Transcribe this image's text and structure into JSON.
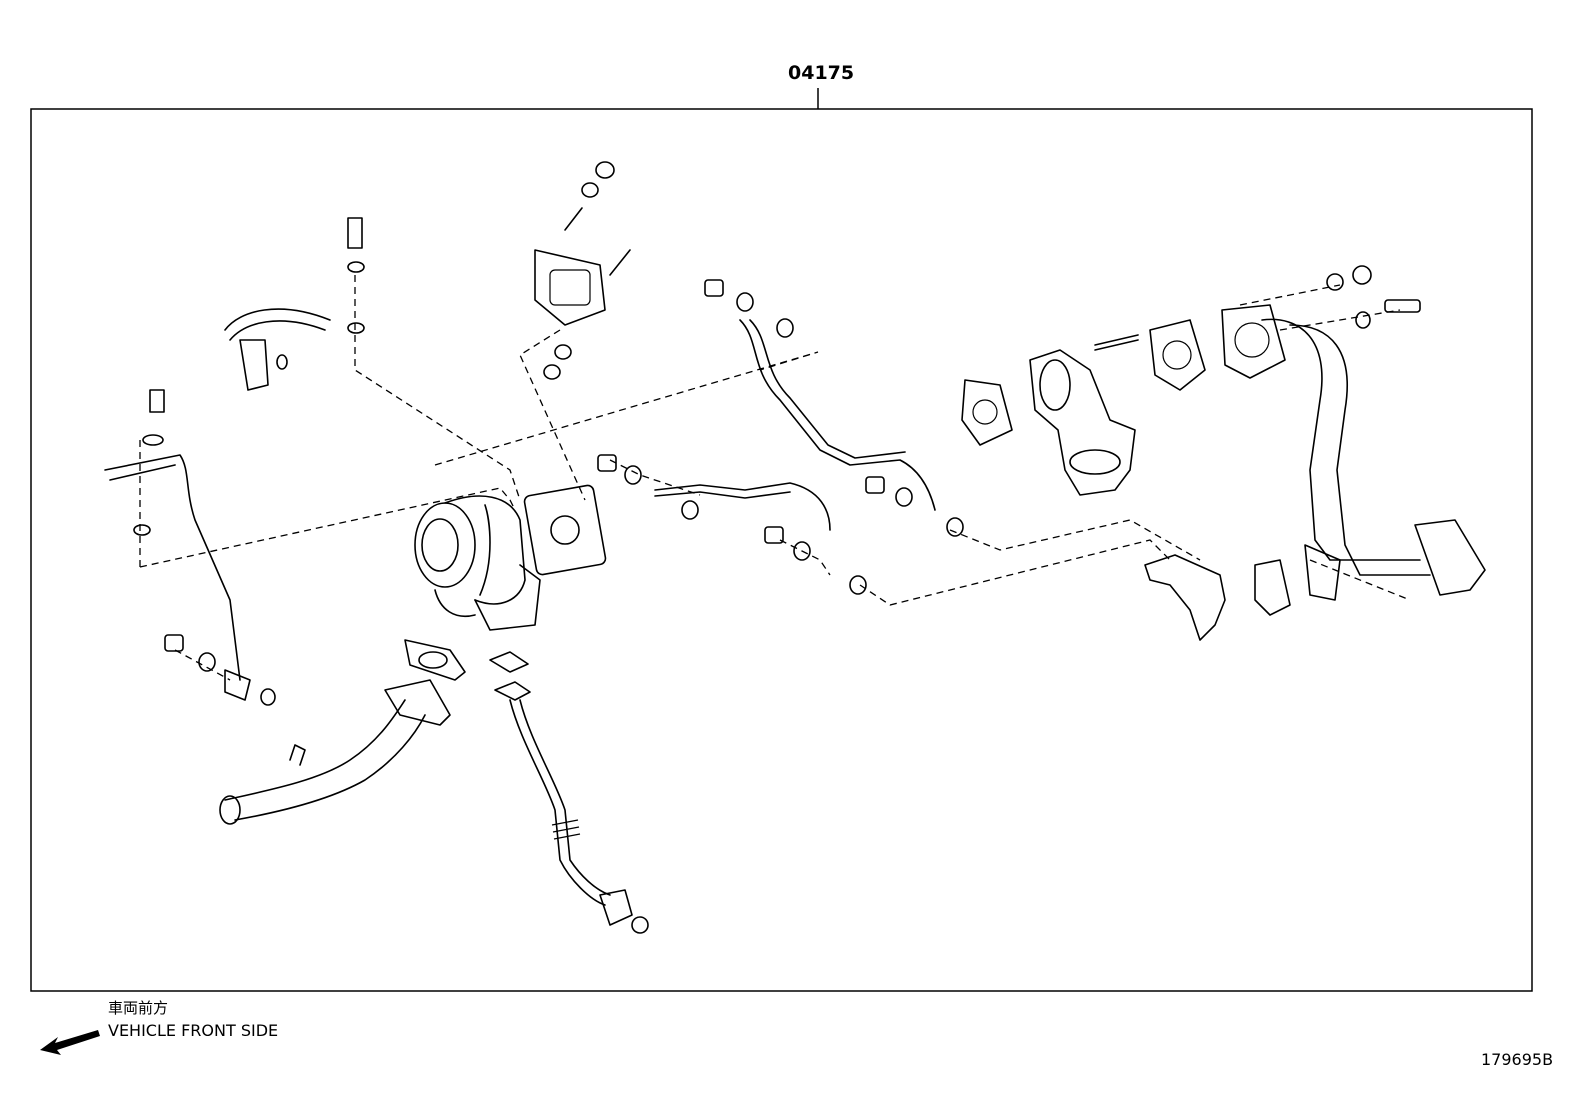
{
  "kit": {
    "part_number": "04175"
  },
  "legend": {
    "direction_ja": "車両前方",
    "direction_en": "VEHICLE FRONT SIDE",
    "arrow_icon": "left-down-arrow-icon"
  },
  "illustration_number": "179695B",
  "colors": {
    "line": "#000000",
    "background": "#ffffff"
  }
}
